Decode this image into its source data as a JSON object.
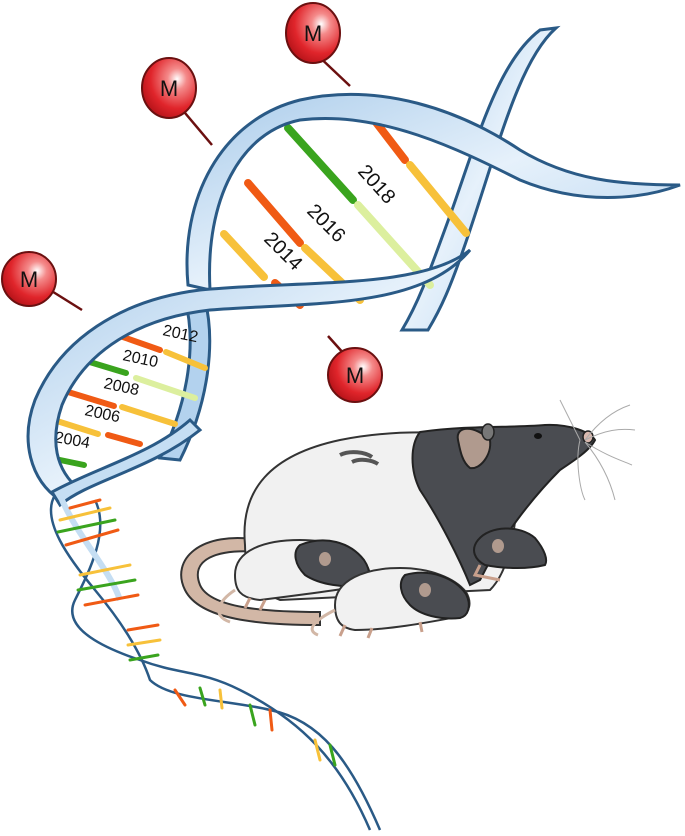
{
  "figure": {
    "description": "Illustration of a DNA double helix with dated base pairs (2004-2018), methylation markers labeled M, and a hooded rat with three pups",
    "colors": {
      "helix_fill": "#c5def3",
      "helix_stroke": "#2a5a86",
      "methyl_fill": "#e0252b",
      "methyl_stroke": "#6b1010",
      "base_orange": "#f05a14",
      "base_yellow": "#f7c13a",
      "base_green": "#3aa41e",
      "base_lightgreen": "#dcef9e",
      "rat_dark": "#4a4c51",
      "rat_white": "#f1f1f1",
      "rat_tail": "#d2b7a6"
    },
    "methyl_markers": [
      {
        "label": "M"
      },
      {
        "label": "M"
      },
      {
        "label": "M"
      },
      {
        "label": "M"
      }
    ],
    "year_labels": {
      "upper": [
        "2018",
        "2016",
        "2014"
      ],
      "lower": [
        "2012",
        "2010",
        "2008",
        "2006",
        "2004"
      ]
    },
    "animals": {
      "adult": "hooded rat",
      "pups_count": 3
    }
  }
}
